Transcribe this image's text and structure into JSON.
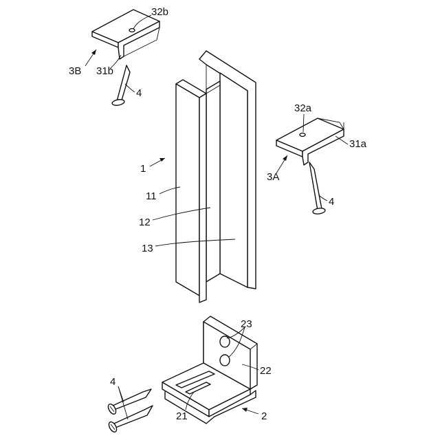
{
  "labels": {
    "b_clip": "3B",
    "b_flange": "31b",
    "b_hole": "32b",
    "nail_top": "4",
    "a_hole": "32a",
    "a_flange": "31a",
    "a_clip": "3A",
    "nail_right": "4",
    "post": "1",
    "face_11": "11",
    "face_12": "12",
    "face_13": "13",
    "bracket_holes": "23",
    "bracket_wall": "22",
    "bracket_base": "21",
    "bracket": "2",
    "screws": "4"
  }
}
